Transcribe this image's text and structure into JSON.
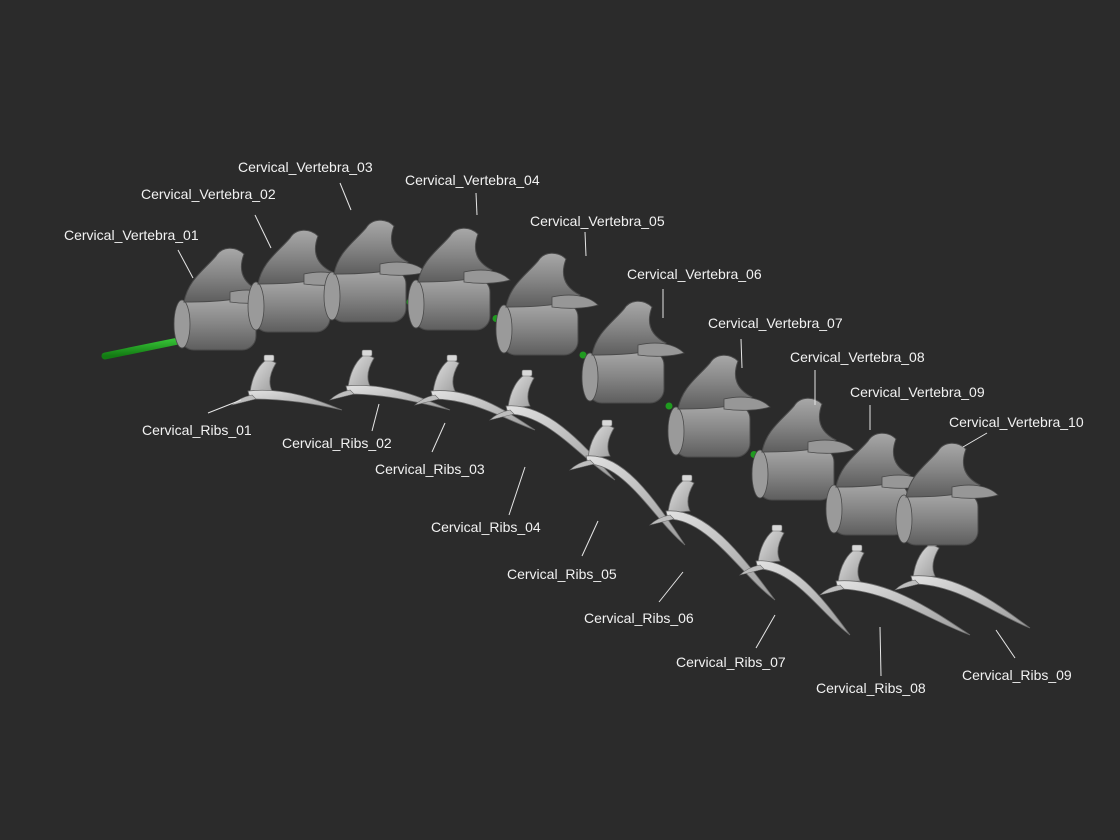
{
  "vertebrae_labels": [
    "Cervical_Vertebra_01",
    "Cervical_Vertebra_02",
    "Cervical_Vertebra_03",
    "Cervical_Vertebra_04",
    "Cervical_Vertebra_05",
    "Cervical_Vertebra_06",
    "Cervical_Vertebra_07",
    "Cervical_Vertebra_08",
    "Cervical_Vertebra_09",
    "Cervical_Vertebra_10"
  ],
  "rib_labels": [
    "Cervical_Ribs_01",
    "Cervical_Ribs_02",
    "Cervical_Ribs_03",
    "Cervical_Ribs_04",
    "Cervical_Ribs_05",
    "Cervical_Ribs_06",
    "Cervical_Ribs_07",
    "Cervical_Ribs_08",
    "Cervical_Ribs_09"
  ],
  "colors": {
    "background": "#2b2b2b",
    "bone": "#8c8c8c",
    "rib": "#c9c9c9",
    "axis_rod": "#1f9a1f",
    "text": "#f2f2f2",
    "leader": "#e6e6e6"
  }
}
